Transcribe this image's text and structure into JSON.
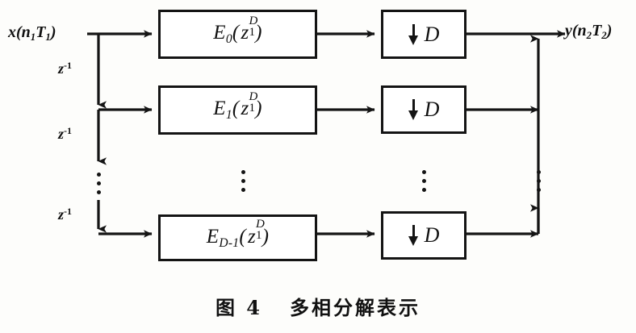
{
  "figure": {
    "caption": "图 4   多相分解表示",
    "caption_number": "图 4",
    "caption_title": "多相分解表示"
  },
  "signals": {
    "input_label": "x(n",
    "input_sub1": "1",
    "input_mid": "T",
    "input_sub2": "1",
    "input_end": ")",
    "output_label": "y(n",
    "output_sub1": "2",
    "output_mid": "T",
    "output_sub2": "2",
    "output_end": ")"
  },
  "delays": [
    {
      "name": "delay-1",
      "base": "z",
      "exponent": "-1"
    },
    {
      "name": "delay-2",
      "base": "z",
      "exponent": "-1"
    },
    {
      "name": "delay-3",
      "base": "z",
      "exponent": "-1"
    }
  ],
  "branches": [
    {
      "index": 0,
      "filter": {
        "E": "E",
        "subscript": "0",
        "open": "(",
        "z": "z",
        "sup": "D",
        "sub": "1",
        "close": ")"
      },
      "decimator": {
        "factor": "D"
      }
    },
    {
      "index": 1,
      "filter": {
        "E": "E",
        "subscript": "1",
        "open": "(",
        "z": "z",
        "sup": "D",
        "sub": "1",
        "close": ")"
      },
      "decimator": {
        "factor": "D"
      }
    },
    {
      "index": 2,
      "filter": {
        "E": "E",
        "subscript": "D-1",
        "open": "(",
        "z": "z",
        "sup": "D",
        "sub": "1",
        "close": ")"
      },
      "decimator": {
        "factor": "D"
      }
    }
  ],
  "ellipsis": {
    "glyph": "⋮",
    "columns": [
      "delay-line",
      "filter-column",
      "decimator-column",
      "output-bus"
    ]
  },
  "colors": {
    "ink": "#141414",
    "paper": "#fdfdfb"
  }
}
